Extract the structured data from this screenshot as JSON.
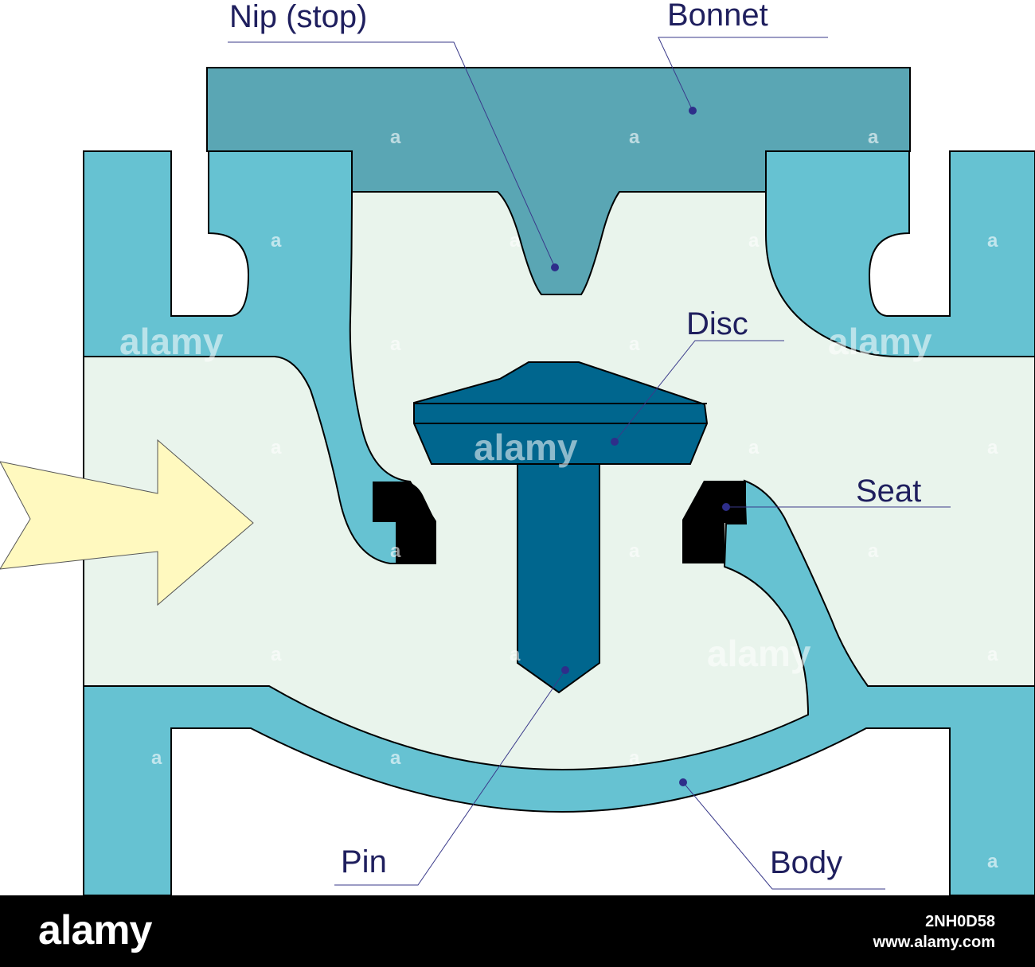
{
  "labels": {
    "nip": "Nip (stop)",
    "bonnet": "Bonnet",
    "disc": "Disc",
    "seat": "Seat",
    "pin": "Pin",
    "body": "Body"
  },
  "watermark": {
    "brand": "alamy",
    "tile": "a",
    "image_id": "2NH0D58",
    "site": "www.alamy.com"
  },
  "colors": {
    "body_fill": "#66c2d2",
    "bonnet_fill": "#5aa6b4",
    "chamber_fill": "#e9f4ec",
    "disc_fill": "#00668e",
    "seat_fill": "#000000",
    "arrow_fill": "#fff9bf",
    "label_color": "#1f1f5e",
    "leader_color": "#3a3a8a"
  },
  "icons": {
    "flow_arrow": "flow-direction-arrow-icon"
  }
}
